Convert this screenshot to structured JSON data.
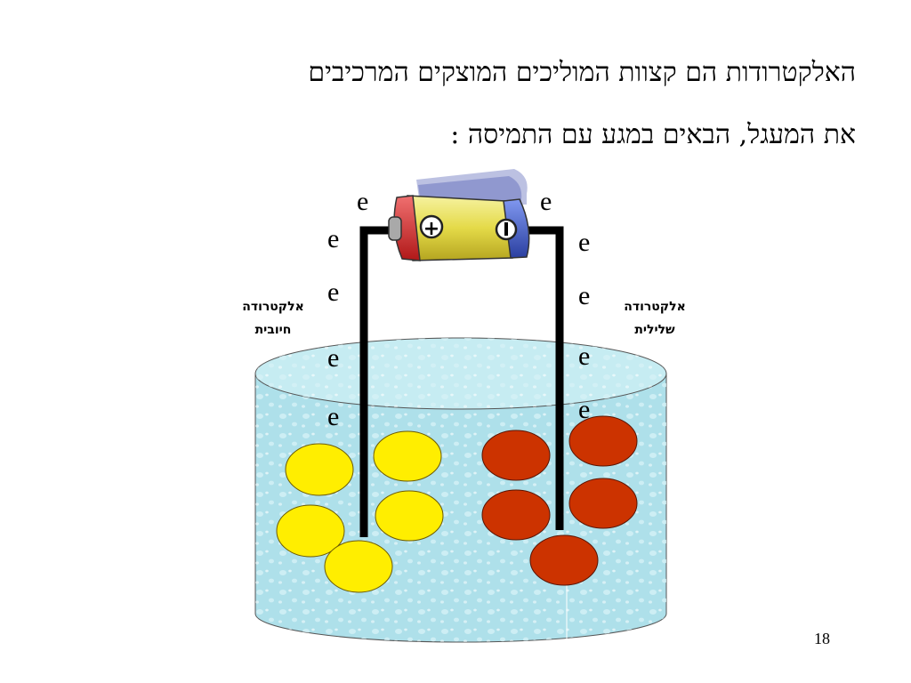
{
  "slide": {
    "line1": "האלקטרודות הם קצוות המוליכים המוצקים המרכיבים",
    "line2": "את המעגל, הבאים במגע עם התמיסה :",
    "page_number": "18"
  },
  "battery": {
    "plus_symbol": "+",
    "minus_symbol": "−"
  },
  "electrodes": {
    "positive": {
      "line1": "אלקטרודה",
      "line2": "חיובית"
    },
    "negative": {
      "line1": "אלקטרודה",
      "line2": "שלילית"
    }
  },
  "electron_symbol": "e",
  "colors": {
    "solution": "#aee0ea",
    "positive_ions": "#ffee00",
    "negative_ions": "#cc3300",
    "wire": "#000000",
    "battery_body": "#e9e260",
    "battery_positive_cap": "#d83030",
    "battery_negative_cap": "#4a63d0"
  }
}
